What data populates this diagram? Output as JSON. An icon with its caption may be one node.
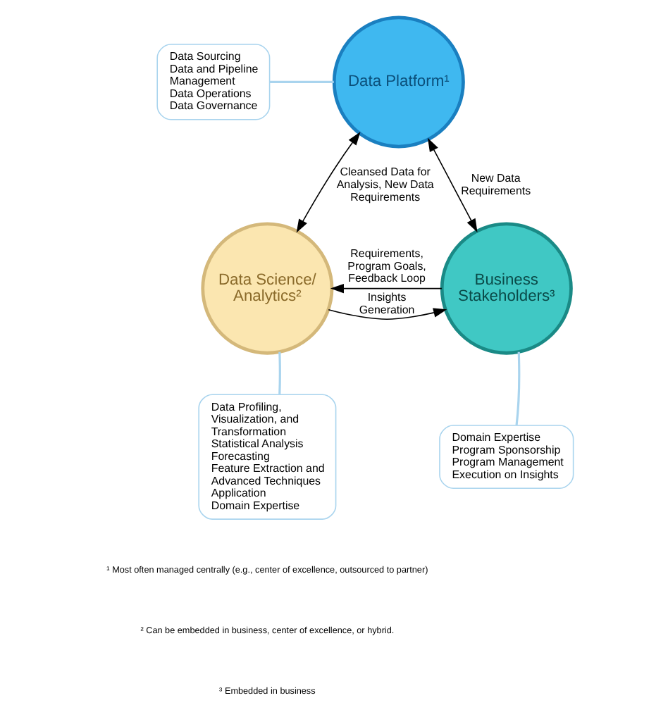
{
  "diagram": {
    "nodes": [
      {
        "text": [
          "Data Platform¹"
        ]
      },
      {
        "text": [
          "Data Science/ Analytics²"
        ]
      },
      {
        "text": [
          "Business Stakeholders³"
        ]
      },
      {
        "text": [
          "Data Sourcing",
          "Data and Pipeline Management",
          "Data Operations",
          "Data Governance"
        ]
      },
      {
        "text": [
          "Data Profiling, Visualization, and Transformation",
          "Statistical Analysis",
          "Forecasting",
          "Feature Extraction and Advanced Techniques Application",
          "Domain Expertise"
        ]
      },
      {
        "text": [
          "Domain Expertise",
          "Program Sponsorship",
          "Program Management",
          "Execution on Insights"
        ]
      }
    ],
    "edges": [
      {
        "from": 0,
        "to": 1,
        "arrow": "both",
        "label": "Cleansed Data for Analysis, New Data Requirements"
      },
      {
        "from": 0,
        "to": 2,
        "arrow": "both",
        "label": "New Data Requirements"
      },
      {
        "from": 1,
        "to": 2,
        "arrow": "to",
        "label": "Insights Generation"
      },
      {
        "from": 2,
        "to": 1,
        "arrow": "to",
        "label": "Requirements, Program Goals, Feedback Loop"
      },
      {
        "from": 3,
        "to": 0,
        "arrow": "none",
        "color": "#a9d4ee"
      },
      {
        "from": 4,
        "to": 1,
        "arrow": "none",
        "color": "#a9d4ee"
      },
      {
        "from": 5,
        "to": 2,
        "arrow": "none",
        "color": "#a9d4ee"
      }
    ],
    "labels": [
      "¹ Most often managed centrally (e.g., center of excellence, outsourced to partner)",
      "² Can be embedded in business, center of excellence, or hybrid.",
      "³ Embedded in business"
    ]
  }
}
